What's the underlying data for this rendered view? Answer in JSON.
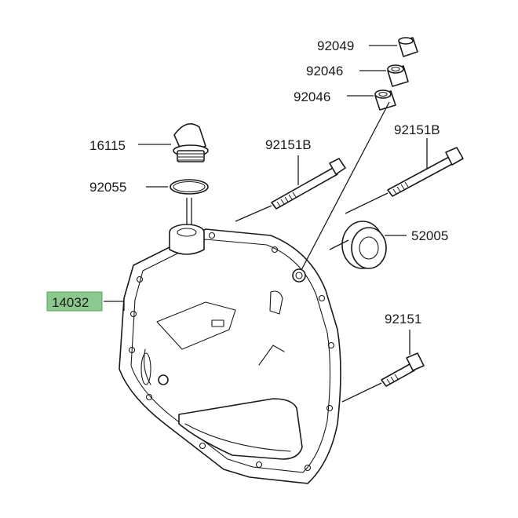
{
  "labels": {
    "p92049": "92049",
    "p92046a": "92046",
    "p92046b": "92046",
    "p16115": "16115",
    "p92151b_left": "92151B",
    "p92151b_right": "92151B",
    "p92055": "92055",
    "p52005": "52005",
    "p14032": "14032",
    "p92151": "92151"
  },
  "colors": {
    "highlight": "#8cc98f",
    "line": "#1a1a1a"
  }
}
